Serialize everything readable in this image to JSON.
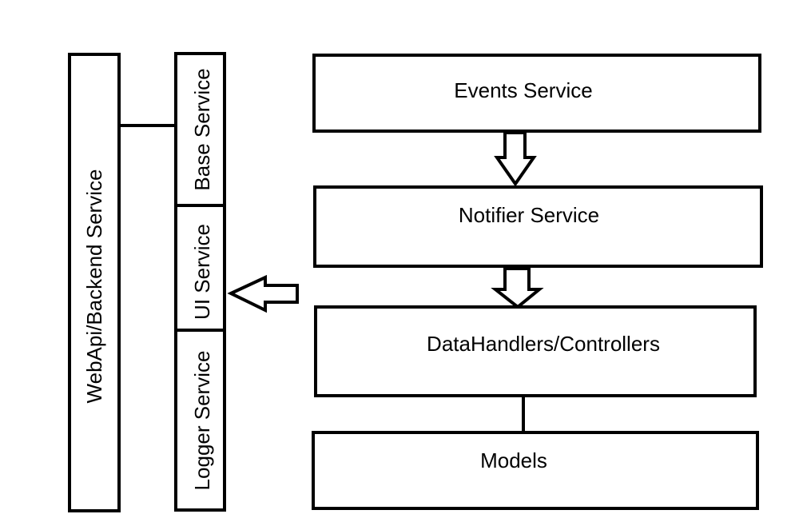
{
  "diagram": {
    "left": {
      "backend": "WebApi/Backend Service",
      "base": "Base Service",
      "ui": "UI Service",
      "logger": "Logger Service"
    },
    "right": {
      "events": "Events Service",
      "notifier": "Notifier Service",
      "handlers": "DataHandlers/Controllers",
      "models": "Models"
    }
  }
}
